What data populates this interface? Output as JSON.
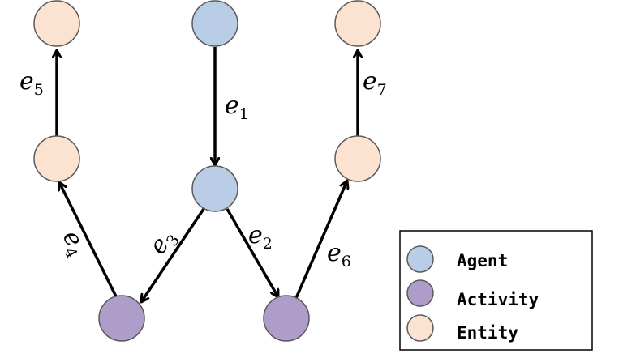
{
  "legend": {
    "items": [
      {
        "label": "Agent",
        "color": "#b9cee6"
      },
      {
        "label": "Activity",
        "color": "#ad9dc8"
      },
      {
        "label": "Entity",
        "color": "#fce3d1"
      }
    ]
  },
  "colors": {
    "agent": "#b9cee6",
    "activity": "#ad9dc8",
    "entity": "#fce3d1",
    "stroke": "#5a5a5a",
    "edge": "#000000"
  },
  "edges": [
    {
      "letter": "e",
      "index": "1"
    },
    {
      "letter": "e",
      "index": "2"
    },
    {
      "letter": "e",
      "index": "3"
    },
    {
      "letter": "e",
      "index": "4"
    },
    {
      "letter": "e",
      "index": "5"
    },
    {
      "letter": "e",
      "index": "6"
    },
    {
      "letter": "e",
      "index": "7"
    }
  ]
}
